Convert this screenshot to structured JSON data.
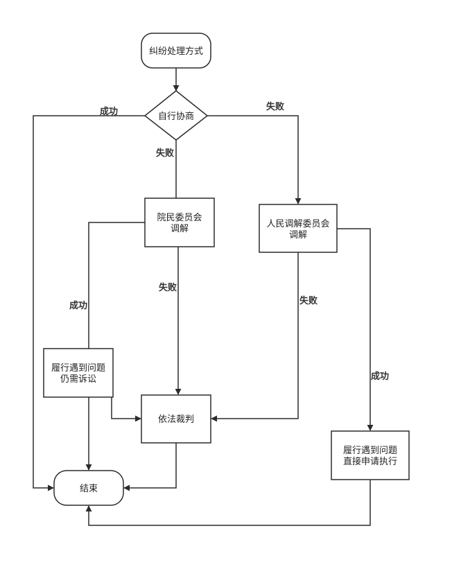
{
  "nodes": {
    "start": "纠纷处理方式",
    "negotiate": "自行协商",
    "hospital_committee": [
      "院民委员会",
      "调解"
    ],
    "people_committee": [
      "人民调解委员会",
      "调解"
    ],
    "still_litigate": [
      "履行遇到问题",
      "仍需诉讼"
    ],
    "judgment": "依法裁判",
    "apply_execution": [
      "履行遇到问题",
      "直接申请执行"
    ],
    "end": "结束"
  },
  "edges": {
    "negotiate_success": "成功",
    "negotiate_fail_right": "失败",
    "negotiate_fail_down": "失败",
    "hospital_success": "成功",
    "hospital_fail": "失败",
    "people_fail": "失败",
    "people_success": "成功"
  }
}
